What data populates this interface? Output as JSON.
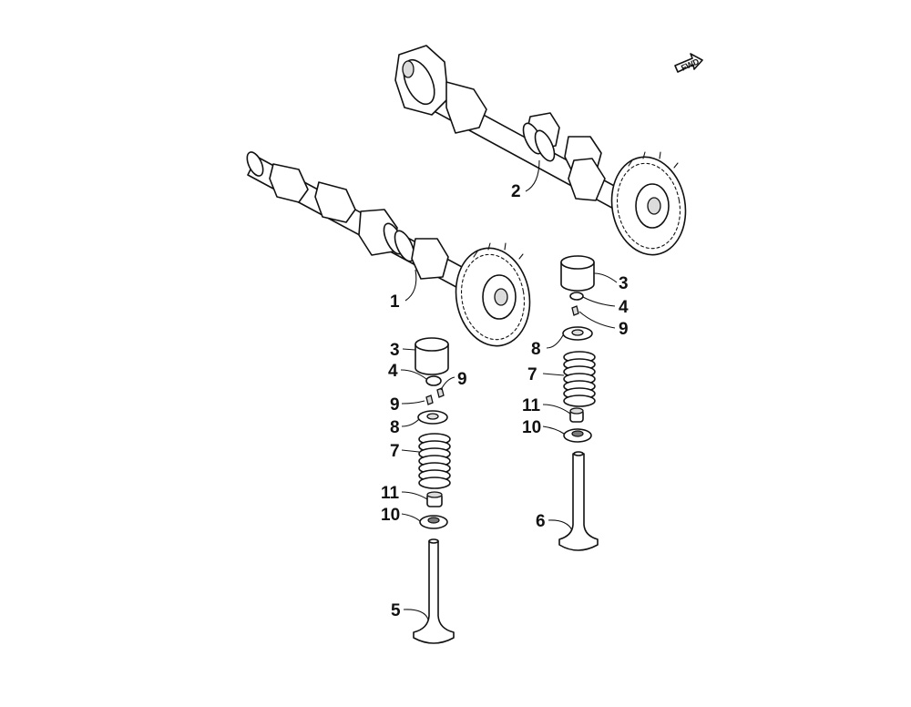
{
  "fwd_label": "FWD",
  "callouts": {
    "c1": "1",
    "c2": "2",
    "c3a": "3",
    "c4a": "4",
    "c9a": "9",
    "c9b": "9",
    "c8a": "8",
    "c7a": "7",
    "c11a": "11",
    "c10a": "10",
    "c5": "5",
    "c3b": "3",
    "c4b": "4",
    "c9c": "9",
    "c8b": "8",
    "c7b": "7",
    "c11b": "11",
    "c10b": "10",
    "c6": "6"
  }
}
